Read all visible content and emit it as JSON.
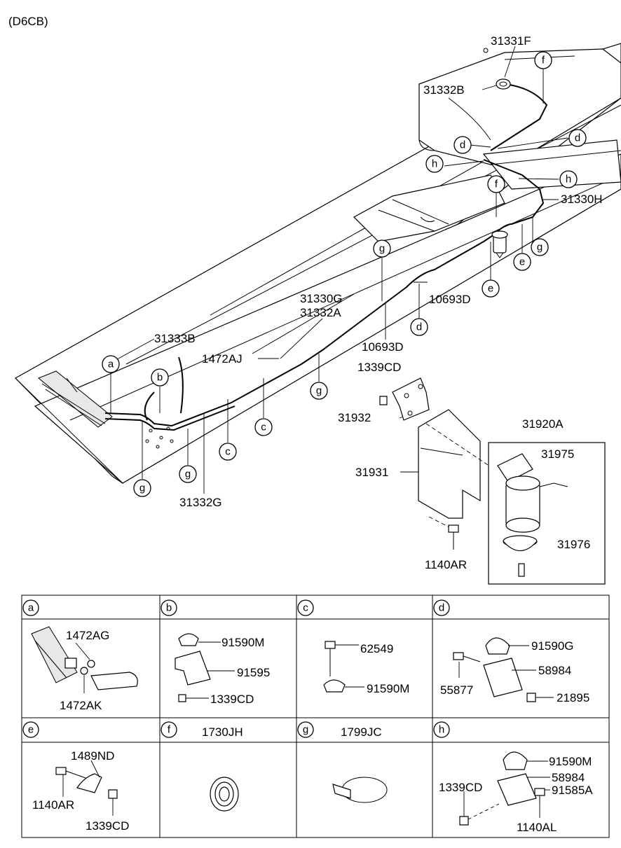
{
  "diagram": {
    "code": "(D6CB)",
    "callouts": [
      "a",
      "b",
      "c",
      "d",
      "e",
      "f",
      "g",
      "h"
    ],
    "main_labels": {
      "p31331F": "31331F",
      "p31332B": "31332B",
      "p31330H": "31330H",
      "p31330G": "31330G",
      "p31332A": "31332A",
      "p10693D_a": "10693D",
      "p10693D_b": "10693D",
      "p31333B": "31333B",
      "p1472AJ": "1472AJ",
      "p1339CD": "1339CD",
      "p31932": "31932",
      "p31920A": "31920A",
      "p31975": "31975",
      "p31931": "31931",
      "p31976": "31976",
      "p1140AR": "1140AR",
      "p31332G": "31332G"
    }
  },
  "detail_table": {
    "cells": [
      {
        "letter": "a",
        "title": "",
        "parts": [
          "1472AG",
          "1472AK"
        ]
      },
      {
        "letter": "b",
        "title": "",
        "parts": [
          "91590M",
          "91595",
          "1339CD"
        ]
      },
      {
        "letter": "c",
        "title": "",
        "parts": [
          "62549",
          "91590M"
        ]
      },
      {
        "letter": "d",
        "title": "",
        "parts": [
          "91590G",
          "58984",
          "55877",
          "21895"
        ]
      },
      {
        "letter": "e",
        "title": "",
        "parts": [
          "1489ND",
          "1140AR",
          "1339CD"
        ]
      },
      {
        "letter": "f",
        "title": "1730JH",
        "parts": []
      },
      {
        "letter": "g",
        "title": "1799JC",
        "parts": []
      },
      {
        "letter": "h",
        "title": "",
        "parts": [
          "91590M",
          "58984",
          "91585A",
          "1339CD",
          "1140AL"
        ]
      }
    ]
  }
}
